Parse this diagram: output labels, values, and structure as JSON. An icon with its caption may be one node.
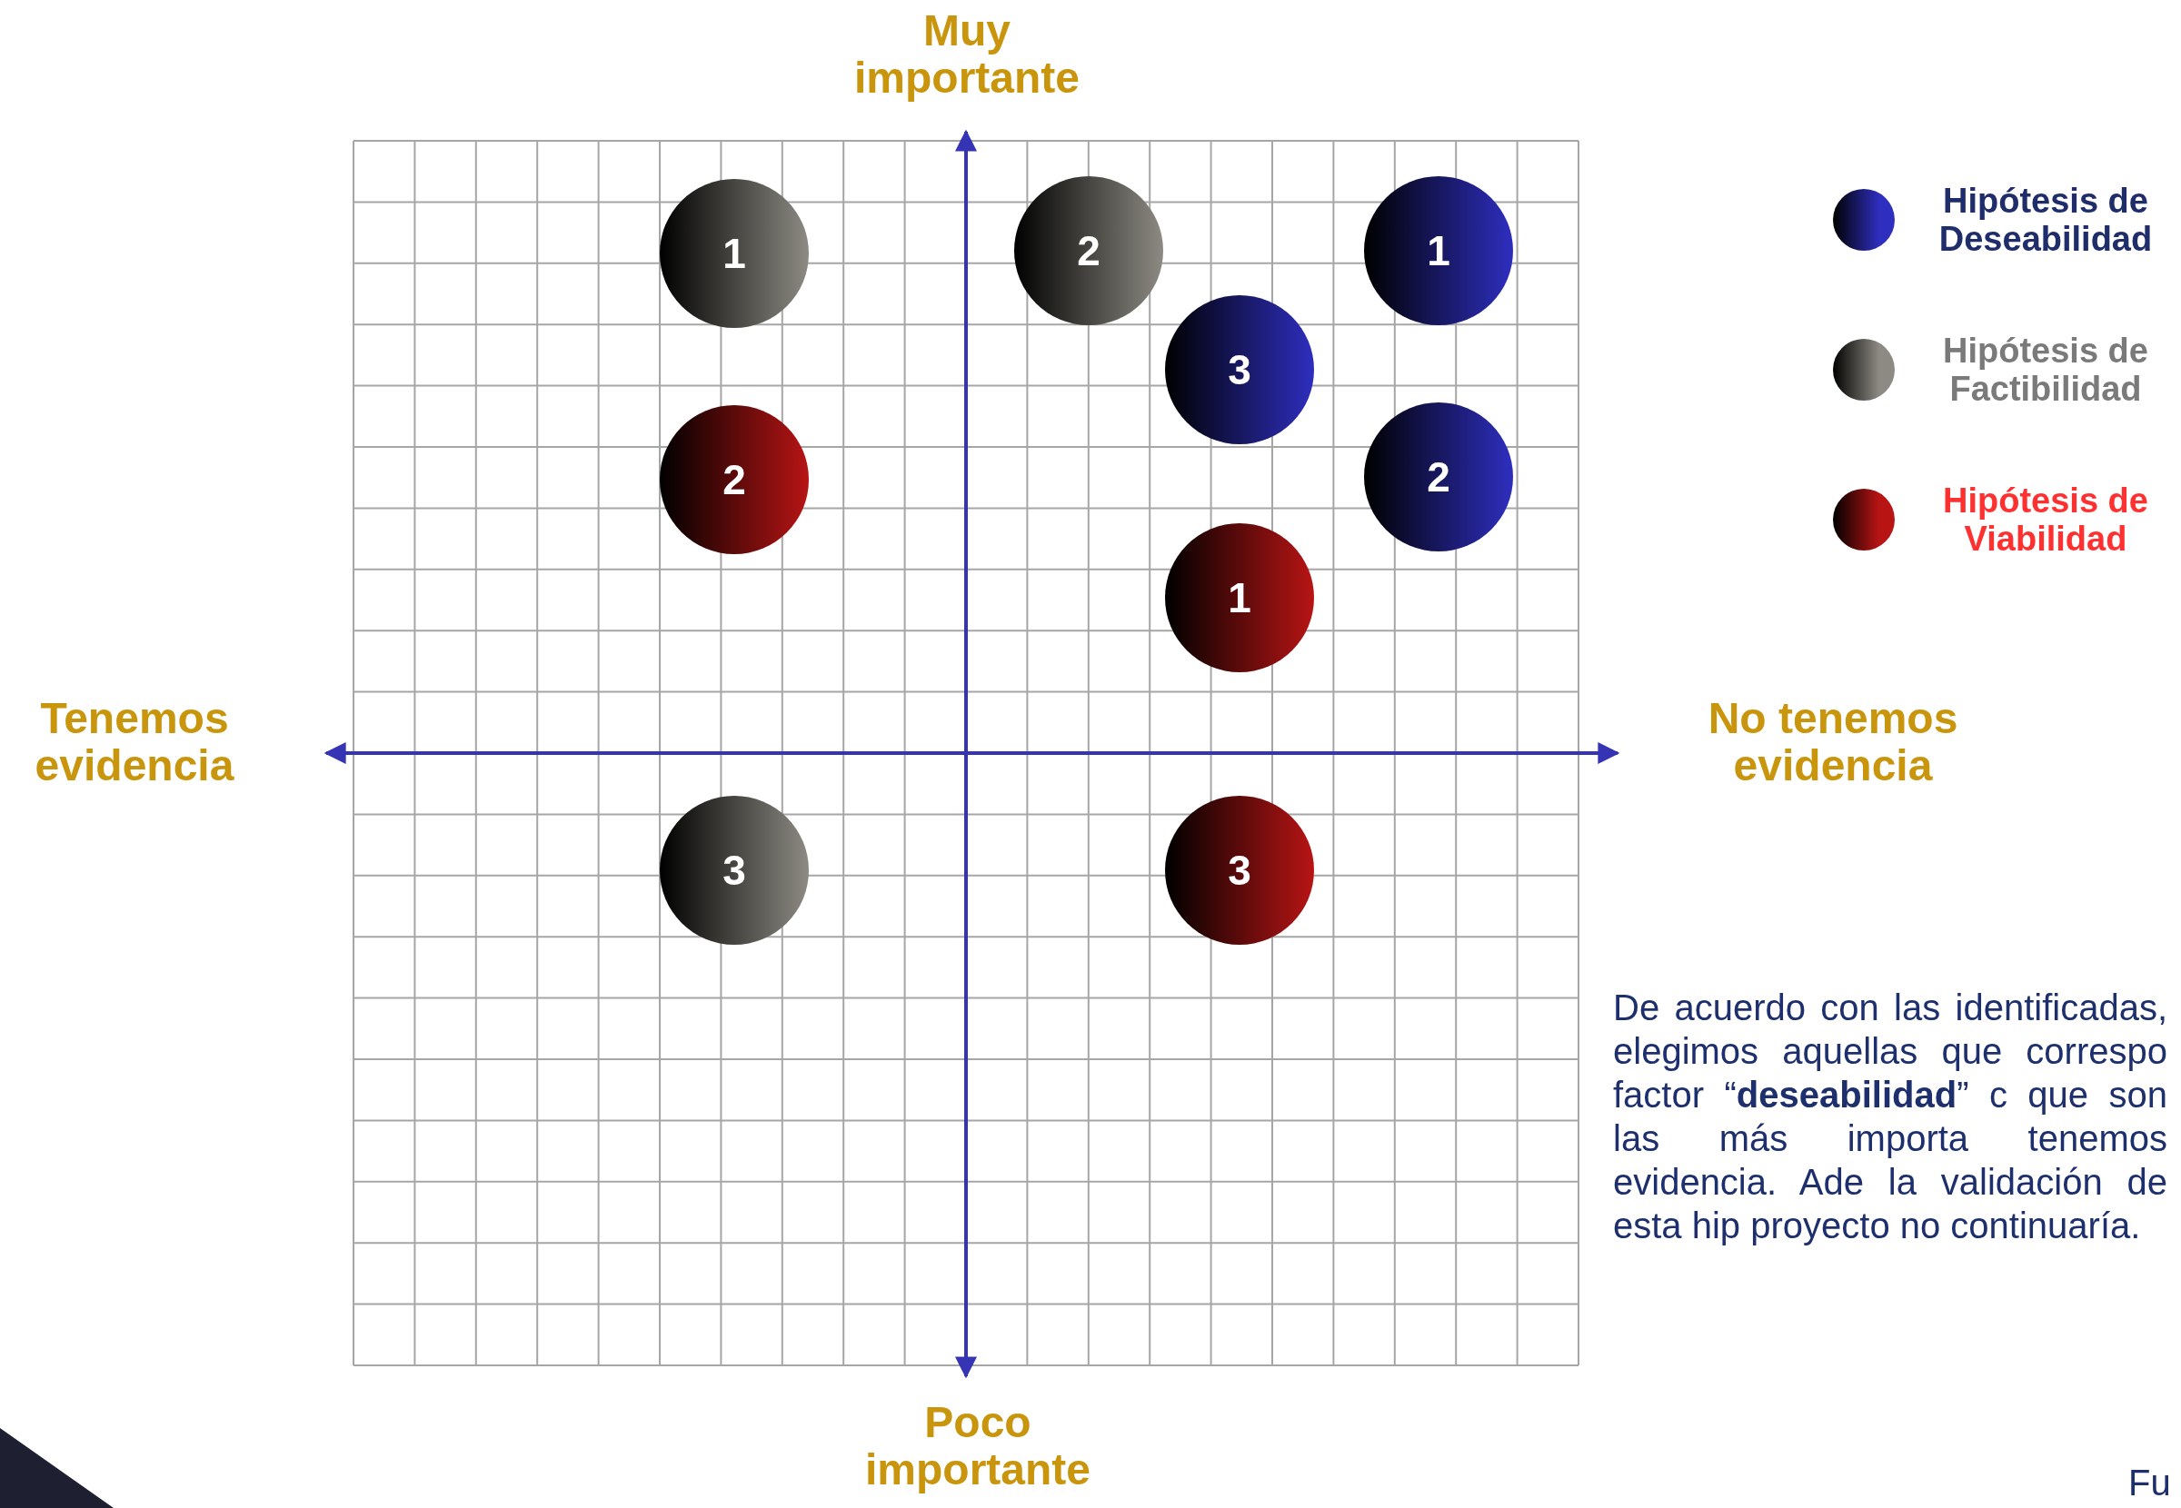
{
  "diagram": {
    "nodes": [
      {
        "text": [
          "1"
        ]
      },
      {
        "text": [
          "2"
        ]
      },
      {
        "text": [
          "1"
        ]
      },
      {
        "text": [
          "3"
        ]
      },
      {
        "text": [
          "2"
        ]
      },
      {
        "text": [
          "2"
        ]
      },
      {
        "text": [
          "1"
        ]
      },
      {
        "text": [
          "3"
        ]
      },
      {
        "text": [
          "3"
        ]
      }
    ],
    "labels": [
      "Muy importante",
      "Tenemos evidencia",
      "No tenemos evidencia",
      "Poco importante",
      "De acuerdo con las identificadas, elegimos aquellas que correspo factor “**deseabilidad**” c que son las más importa tenemos evidencia. Ade la validación de esta hip proyecto no continuaría.",
      "Fu"
    ],
    "legend": [
      {
        "text": "Hipótesis de Deseabilidad",
        "color": "#2e2ebf"
      },
      {
        "text": "Hipótesis de Factibilidad",
        "color": "#8c8a82"
      },
      {
        "text": "Hipótesis de Viabilidad",
        "color": "#b81414"
      }
    ]
  }
}
